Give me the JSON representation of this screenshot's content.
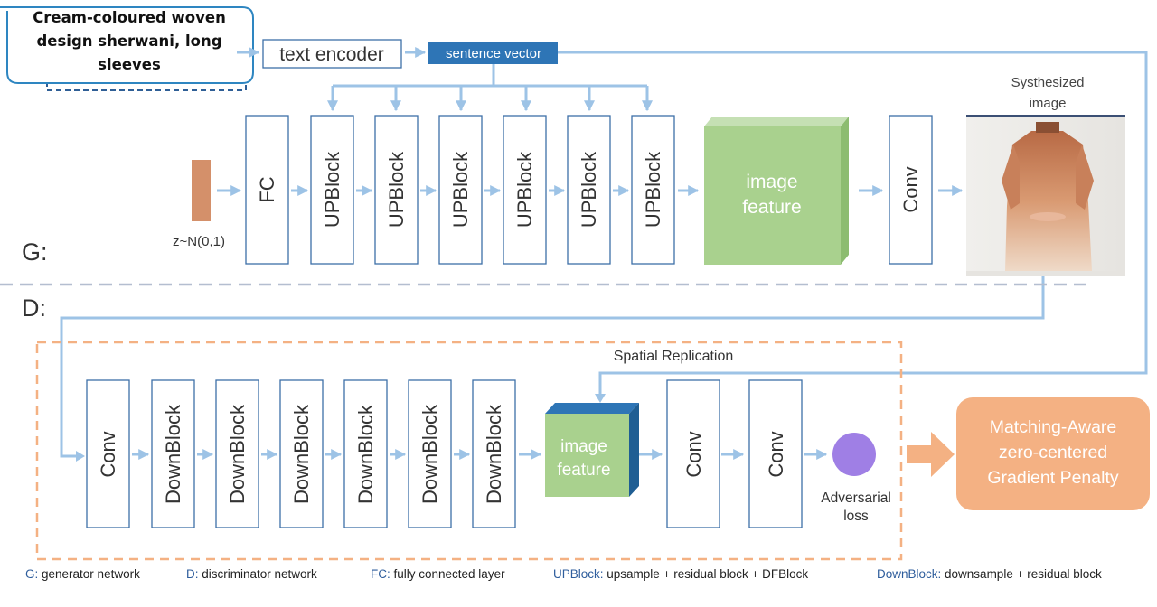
{
  "caption": {
    "lines": [
      "Cream-coloured woven",
      "design sherwani, long",
      "sleeves"
    ]
  },
  "generator": {
    "section_label": "G:",
    "text_encoder": "text encoder",
    "sentence_vector": "sentence vector",
    "noise": "z~N(0,1)",
    "fc": "FC",
    "upblocks": [
      "UPBlock",
      "UPBlock",
      "UPBlock",
      "UPBlock",
      "UPBlock",
      "UPBlock"
    ],
    "image_feature": [
      "image",
      "feature"
    ],
    "conv": "Conv",
    "synth_title": [
      "Systhesized",
      "image"
    ]
  },
  "discriminator": {
    "section_label": "D:",
    "conv_in": "Conv",
    "downblocks": [
      "DownBlock",
      "DownBlock",
      "DownBlock",
      "DownBlock",
      "DownBlock",
      "DownBlock"
    ],
    "spatial_replication": "Spatial Replication",
    "image_feature": [
      "image",
      "feature"
    ],
    "conv_out": [
      "Conv",
      "Conv"
    ],
    "adversarial": [
      "Adversarial",
      "loss"
    ],
    "penalty": [
      "Matching-Aware",
      "zero-centered",
      "Gradient Penalty"
    ]
  },
  "legend": [
    {
      "key": "G:",
      "text": " generator network"
    },
    {
      "key": "D:",
      "text": " discriminator network"
    },
    {
      "key": "FC:",
      "text": " fully connected layer"
    },
    {
      "key": "UPBlock:",
      "text": " upsample + residual block + DFBlock"
    },
    {
      "key": "DownBlock:",
      "text": " downsample + residual block"
    }
  ],
  "colors": {
    "box_border": "#3d6fa8",
    "arrow": "#9dc3e6",
    "noise_bar": "#d4906a",
    "image_feature_green": "#a9d18e",
    "dashed_orange": "#f4b183",
    "penalty_fill": "#f4b183",
    "sentence_vector_fill": "#2e75b6",
    "adversarial_dot": "#9f7fe5"
  }
}
